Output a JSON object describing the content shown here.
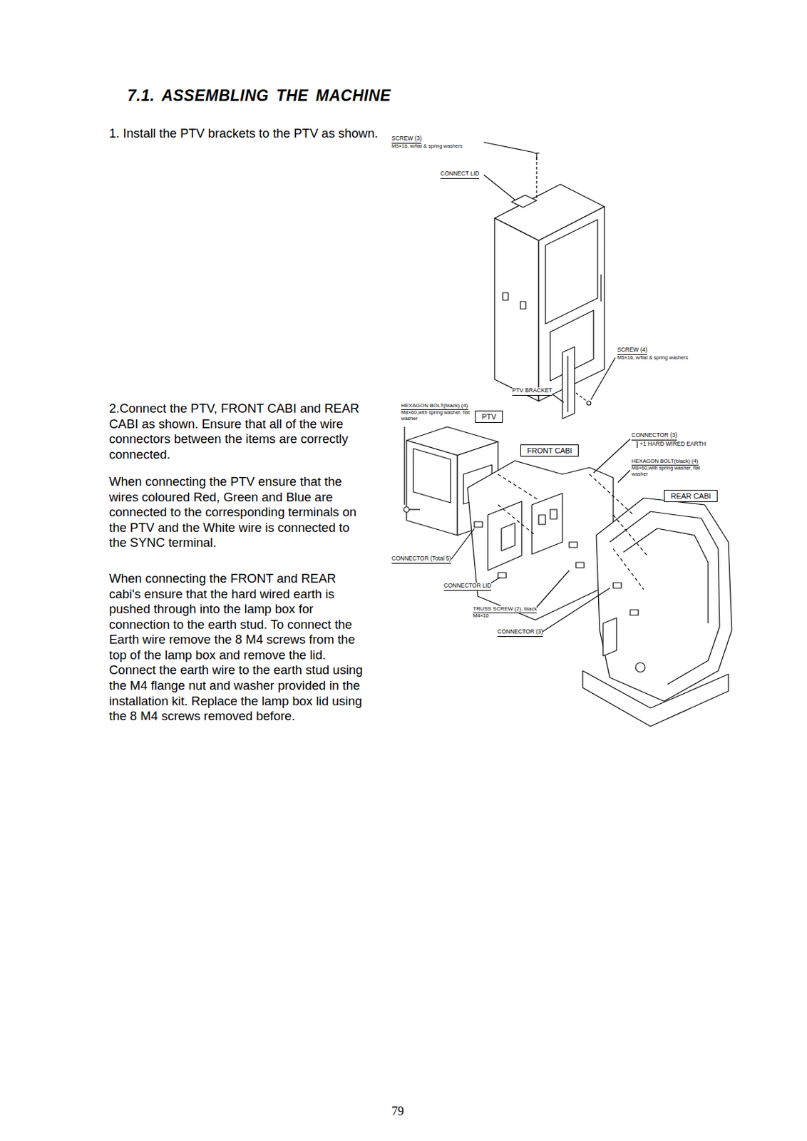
{
  "diagram": {
    "title": "7.1. ASSEMBLING THE MACHINE",
    "nodes": [
      {
        "text": [
          "PTV"
        ]
      },
      {
        "text": [
          "FRONT CABI"
        ]
      },
      {
        "text": [
          "REAR CABI"
        ]
      }
    ],
    "labels": [
      "1. Install the PTV brackets to the PTV as shown.",
      "2.Connect the PTV, FRONT CABI and REAR CABI as shown. Ensure that all of the wire connectors between the items are correctly connected.",
      "When connecting the PTV ensure that the wires coloured Red, Green and Blue are connected to the corresponding terminals on the PTV and the White wire is connected to the SYNC terminal.",
      "When connecting the FRONT and REAR cabi's ensure that the hard wired earth is pushed through into the lamp box for connection to the earth stud. To connect the Earth wire remove the 8 M4 screws from the top of the lamp box and remove the lid. Connect the earth wire to the earth stud using the M4 flange nut and washer provided in the installation kit. Replace the lamp box lid using the 8 M4 screws removed before.",
      "SCREW (3)",
      "M5×16, w/flat & spring washers",
      "CONNECT LID",
      "SCREW (4)",
      "M5×16, w/flat & spring washers",
      "PTV BRACKET",
      "HEXAGON BOLT(black) (4)",
      "M8×60,with spring washer, flat washer",
      "CONNECTOR (3)",
      "+1 HARD WIRED EARTH",
      "HEXAGON BOLT(black) (4)",
      "M8×60,with spring washer, flat washer",
      "CONNECTOR (Total 5)",
      "CONNECTOR LID",
      "TRUSS SCREW (2), black",
      "M4×10",
      "CONNECTOR (3)",
      "79"
    ]
  }
}
